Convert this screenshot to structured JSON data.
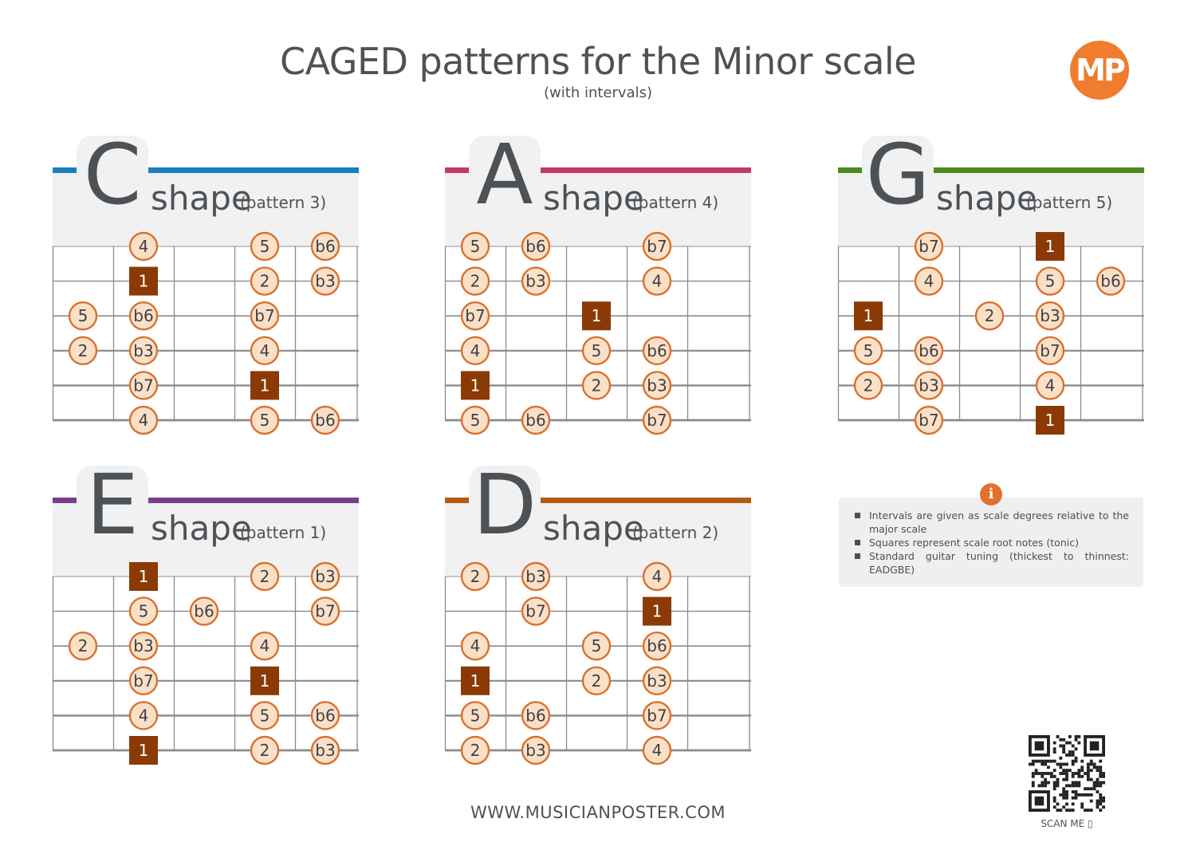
{
  "title": "CAGED patterns for the Minor scale",
  "subtitle": "(with intervals)",
  "logo_text": "MP",
  "shape_word": "shape",
  "colors": {
    "fret_line": "#8a8a8a",
    "note_fill": "#fbe0c8",
    "note_stroke": "#d8712e",
    "root_fill": "#8b3a05",
    "panel_bg": "#f1f1f1",
    "info_icon": "#e2712d"
  },
  "panels": [
    {
      "id": "c",
      "letter": "C",
      "pattern": "(pattern 3)",
      "accent": "#1a7fc1",
      "notes": [
        {
          "string": 1,
          "fret": 2,
          "label": "4"
        },
        {
          "string": 1,
          "fret": 4,
          "label": "5"
        },
        {
          "string": 1,
          "fret": 5,
          "label": "b6"
        },
        {
          "string": 2,
          "fret": 2,
          "label": "1",
          "root": true
        },
        {
          "string": 2,
          "fret": 4,
          "label": "2"
        },
        {
          "string": 2,
          "fret": 5,
          "label": "b3"
        },
        {
          "string": 3,
          "fret": 1,
          "label": "5"
        },
        {
          "string": 3,
          "fret": 2,
          "label": "b6"
        },
        {
          "string": 3,
          "fret": 4,
          "label": "b7"
        },
        {
          "string": 4,
          "fret": 1,
          "label": "2"
        },
        {
          "string": 4,
          "fret": 2,
          "label": "b3"
        },
        {
          "string": 4,
          "fret": 4,
          "label": "4"
        },
        {
          "string": 5,
          "fret": 2,
          "label": "b7"
        },
        {
          "string": 5,
          "fret": 4,
          "label": "1",
          "root": true
        },
        {
          "string": 6,
          "fret": 2,
          "label": "4"
        },
        {
          "string": 6,
          "fret": 4,
          "label": "5"
        },
        {
          "string": 6,
          "fret": 5,
          "label": "b6"
        }
      ]
    },
    {
      "id": "a",
      "letter": "A",
      "pattern": "(pattern 4)",
      "accent": "#c43a63",
      "notes": [
        {
          "string": 1,
          "fret": 1,
          "label": "5"
        },
        {
          "string": 1,
          "fret": 2,
          "label": "b6"
        },
        {
          "string": 1,
          "fret": 4,
          "label": "b7"
        },
        {
          "string": 2,
          "fret": 1,
          "label": "2"
        },
        {
          "string": 2,
          "fret": 2,
          "label": "b3"
        },
        {
          "string": 2,
          "fret": 4,
          "label": "4"
        },
        {
          "string": 3,
          "fret": 1,
          "label": "b7"
        },
        {
          "string": 3,
          "fret": 3,
          "label": "1",
          "root": true
        },
        {
          "string": 4,
          "fret": 1,
          "label": "4"
        },
        {
          "string": 4,
          "fret": 3,
          "label": "5"
        },
        {
          "string": 4,
          "fret": 4,
          "label": "b6"
        },
        {
          "string": 5,
          "fret": 1,
          "label": "1",
          "root": true
        },
        {
          "string": 5,
          "fret": 3,
          "label": "2"
        },
        {
          "string": 5,
          "fret": 4,
          "label": "b3"
        },
        {
          "string": 6,
          "fret": 1,
          "label": "5"
        },
        {
          "string": 6,
          "fret": 2,
          "label": "b6"
        },
        {
          "string": 6,
          "fret": 4,
          "label": "b7"
        }
      ]
    },
    {
      "id": "g",
      "letter": "G",
      "pattern": "(pattern 5)",
      "accent": "#4e8a1f",
      "notes": [
        {
          "string": 1,
          "fret": 2,
          "label": "b7"
        },
        {
          "string": 1,
          "fret": 4,
          "label": "1",
          "root": true
        },
        {
          "string": 2,
          "fret": 2,
          "label": "4"
        },
        {
          "string": 2,
          "fret": 4,
          "label": "5"
        },
        {
          "string": 2,
          "fret": 5,
          "label": "b6"
        },
        {
          "string": 3,
          "fret": 1,
          "label": "1",
          "root": true
        },
        {
          "string": 3,
          "fret": 3,
          "label": "2"
        },
        {
          "string": 3,
          "fret": 4,
          "label": "b3"
        },
        {
          "string": 4,
          "fret": 1,
          "label": "5"
        },
        {
          "string": 4,
          "fret": 2,
          "label": "b6"
        },
        {
          "string": 4,
          "fret": 4,
          "label": "b7"
        },
        {
          "string": 5,
          "fret": 1,
          "label": "2"
        },
        {
          "string": 5,
          "fret": 2,
          "label": "b3"
        },
        {
          "string": 5,
          "fret": 4,
          "label": "4"
        },
        {
          "string": 6,
          "fret": 2,
          "label": "b7"
        },
        {
          "string": 6,
          "fret": 4,
          "label": "1",
          "root": true
        }
      ]
    },
    {
      "id": "e",
      "letter": "E",
      "pattern": "(pattern 1)",
      "accent": "#7a3f8c",
      "notes": [
        {
          "string": 1,
          "fret": 2,
          "label": "1",
          "root": true
        },
        {
          "string": 1,
          "fret": 4,
          "label": "2"
        },
        {
          "string": 1,
          "fret": 5,
          "label": "b3"
        },
        {
          "string": 2,
          "fret": 2,
          "label": "5"
        },
        {
          "string": 2,
          "fret": 3,
          "label": "b6"
        },
        {
          "string": 2,
          "fret": 5,
          "label": "b7"
        },
        {
          "string": 3,
          "fret": 1,
          "label": "2"
        },
        {
          "string": 3,
          "fret": 2,
          "label": "b3"
        },
        {
          "string": 3,
          "fret": 4,
          "label": "4"
        },
        {
          "string": 4,
          "fret": 2,
          "label": "b7"
        },
        {
          "string": 4,
          "fret": 4,
          "label": "1",
          "root": true
        },
        {
          "string": 5,
          "fret": 2,
          "label": "4"
        },
        {
          "string": 5,
          "fret": 4,
          "label": "5"
        },
        {
          "string": 5,
          "fret": 5,
          "label": "b6"
        },
        {
          "string": 6,
          "fret": 2,
          "label": "1",
          "root": true
        },
        {
          "string": 6,
          "fret": 4,
          "label": "2"
        },
        {
          "string": 6,
          "fret": 5,
          "label": "b3"
        }
      ]
    },
    {
      "id": "d",
      "letter": "D",
      "pattern": "(pattern 2)",
      "accent": "#b35a12",
      "notes": [
        {
          "string": 1,
          "fret": 1,
          "label": "2"
        },
        {
          "string": 1,
          "fret": 2,
          "label": "b3"
        },
        {
          "string": 1,
          "fret": 4,
          "label": "4"
        },
        {
          "string": 2,
          "fret": 2,
          "label": "b7"
        },
        {
          "string": 2,
          "fret": 4,
          "label": "1",
          "root": true
        },
        {
          "string": 3,
          "fret": 1,
          "label": "4"
        },
        {
          "string": 3,
          "fret": 3,
          "label": "5"
        },
        {
          "string": 3,
          "fret": 4,
          "label": "b6"
        },
        {
          "string": 4,
          "fret": 1,
          "label": "1",
          "root": true
        },
        {
          "string": 4,
          "fret": 3,
          "label": "2"
        },
        {
          "string": 4,
          "fret": 4,
          "label": "b3"
        },
        {
          "string": 5,
          "fret": 1,
          "label": "5"
        },
        {
          "string": 5,
          "fret": 2,
          "label": "b6"
        },
        {
          "string": 5,
          "fret": 4,
          "label": "b7"
        },
        {
          "string": 6,
          "fret": 1,
          "label": "2"
        },
        {
          "string": 6,
          "fret": 2,
          "label": "b3"
        },
        {
          "string": 6,
          "fret": 4,
          "label": "4"
        }
      ]
    }
  ],
  "info": {
    "icon": "info-icon",
    "items": [
      "Intervals are given as scale degrees relative to the major scale",
      "Squares represent scale root notes (tonic)",
      "Standard guitar tuning (thickest to thinnest: EADGBE)"
    ]
  },
  "website": "WWW.MUSICIANPOSTER.COM",
  "scan_label": "SCAN ME"
}
